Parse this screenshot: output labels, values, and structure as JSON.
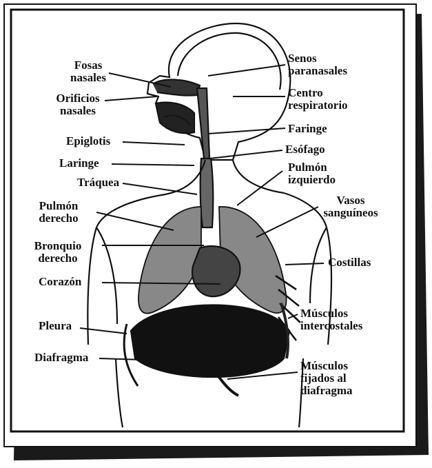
{
  "colors": {
    "ink": "#111111",
    "paper": "#ffffff",
    "shadow": "#1a1a1a",
    "tissue": "#777777"
  },
  "labels": {
    "fosas_nasales": [
      "Fosas",
      "nasales"
    ],
    "orificios_nasales": [
      "Orificios",
      "nasales"
    ],
    "epiglotis": "Epiglotis",
    "laringe": "Laringe",
    "traquea": "Tráquea",
    "pulmon_derecho": [
      "Pulmón",
      "derecho"
    ],
    "bronquio_derecho": [
      "Bronquio",
      "derecho"
    ],
    "corazon": "Corazón",
    "pleura": "Pleura",
    "diafragma": "Diafragma",
    "senos_paranasales": [
      "Senos",
      "paranasales"
    ],
    "centro_respiratorio": [
      "Centro",
      "respiratorio"
    ],
    "faringe": "Faringe",
    "esofago": "Esófago",
    "pulmon_izquierdo": [
      "Pulmón",
      "izquierdo"
    ],
    "vasos_sanguineos": [
      "Vasos",
      "sanguíneos"
    ],
    "costillas": "Costillas",
    "musculos_intercostales": [
      "Músculos",
      "intercostales"
    ],
    "musculos_diafragma": [
      "Músculos",
      "fijados al",
      "diafragma"
    ]
  }
}
